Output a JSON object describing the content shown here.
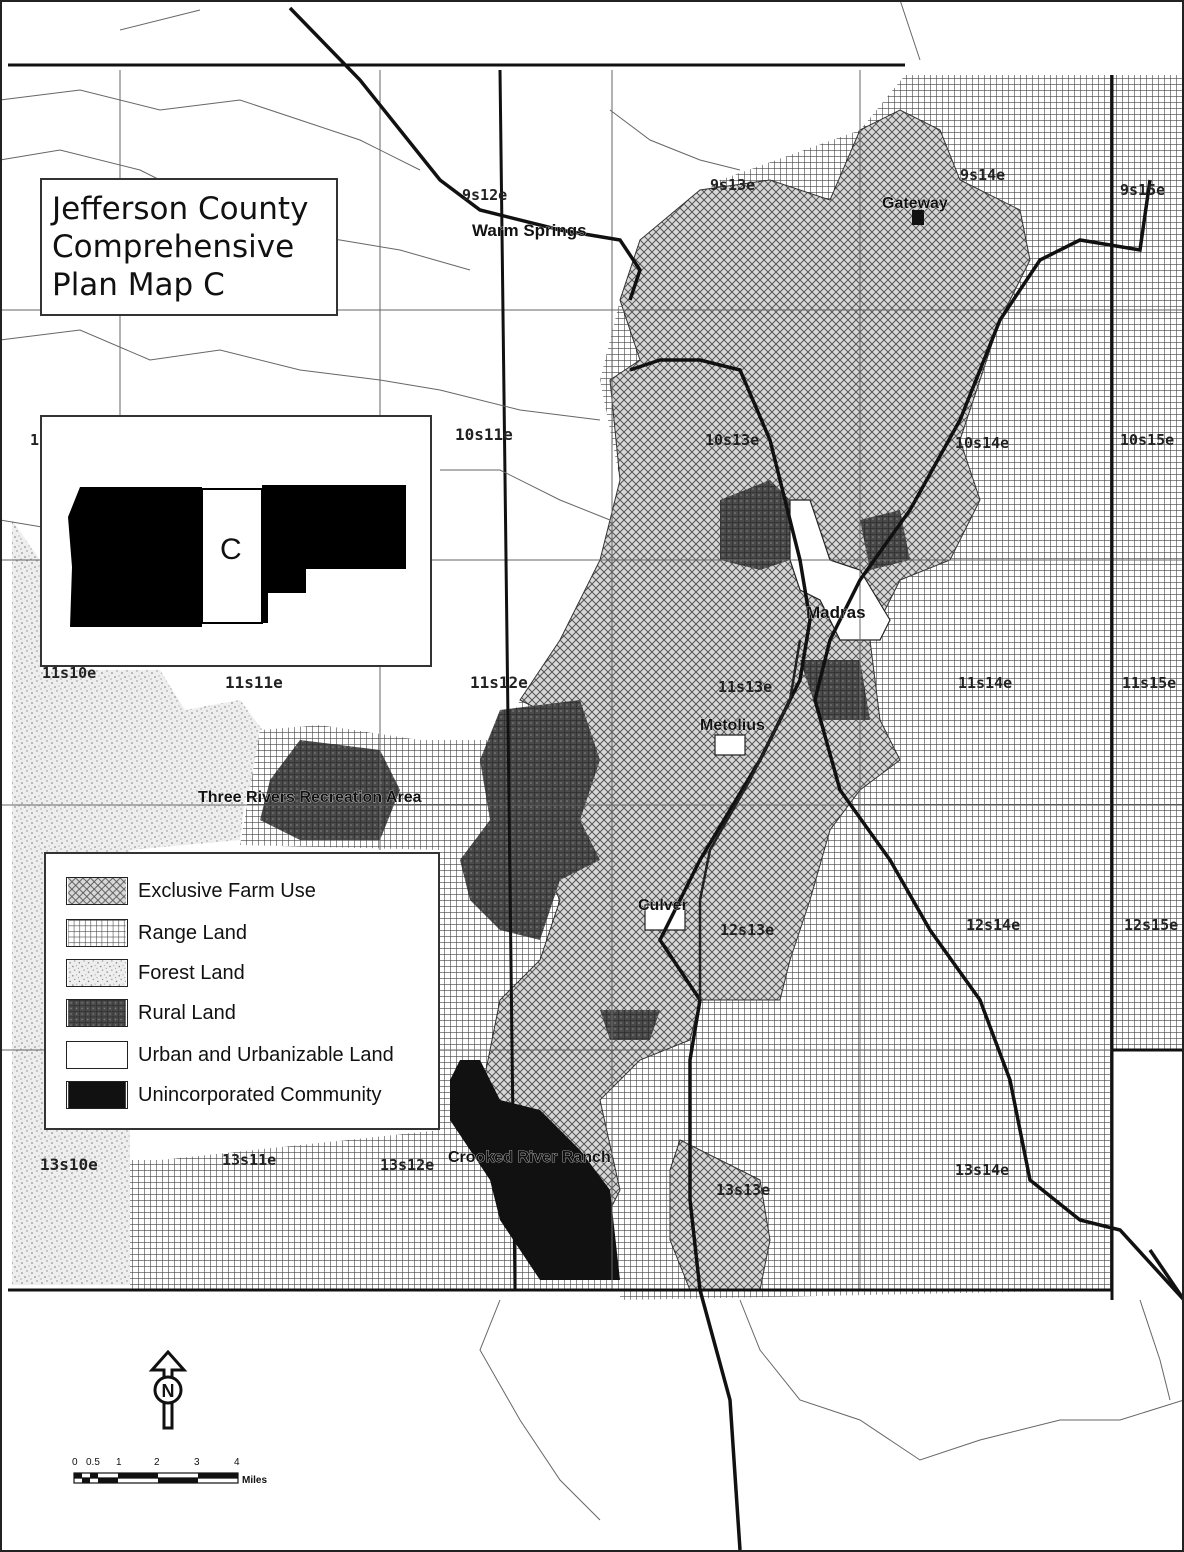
{
  "title": "Jefferson County\nComprehensive\nPlan Map C",
  "inset": {
    "label": "C"
  },
  "legend": [
    {
      "label": "Exclusive Farm Use",
      "pattern": "efu"
    },
    {
      "label": "Range Land",
      "pattern": "range"
    },
    {
      "label": "Forest Land",
      "pattern": "forest"
    },
    {
      "label": "Rural Land",
      "pattern": "rural"
    },
    {
      "label": "Urban and Urbanizable Land",
      "pattern": "urban"
    },
    {
      "label": "Unincorporated Community",
      "pattern": "unincorp"
    }
  ],
  "places": {
    "warm_springs": "Warm Springs",
    "gateway": "Gateway",
    "madras": "Madras",
    "metolius": "Metolius",
    "culver": "Culver",
    "three_rivers": "Three Rivers Recreation Area",
    "crooked_river_ranch": "Crooked River Ranch"
  },
  "townships": {
    "t9s12e": "9s12e",
    "t9s13e": "9s13e",
    "t9s14e": "9s14e",
    "t9s15e": "9s15e",
    "t10s10e": "1",
    "t10s11e": "10s11e",
    "t10s13e": "10s13e",
    "t10s14e": "10s14e",
    "t10s15e": "10s15e",
    "t11s10e": "11s10e",
    "t11s11e": "11s11e",
    "t11s12e": "11s12e",
    "t11s13e": "11s13e",
    "t11s14e": "11s14e",
    "t11s15e": "11s15e",
    "t12s13e": "12s13e",
    "t12s14e": "12s14e",
    "t12s15e": "12s15e",
    "t13s10e": "13s10e",
    "t13s11e": "13s11e",
    "t13s12e": "13s12e",
    "t13s13e": "13s13e",
    "t13s14e": "13s14e"
  },
  "north_arrow": {
    "letter": "N"
  },
  "scale_bar": {
    "ticks": [
      "0",
      "0.5",
      "1",
      "2",
      "3",
      "4"
    ],
    "unit": "Miles"
  }
}
